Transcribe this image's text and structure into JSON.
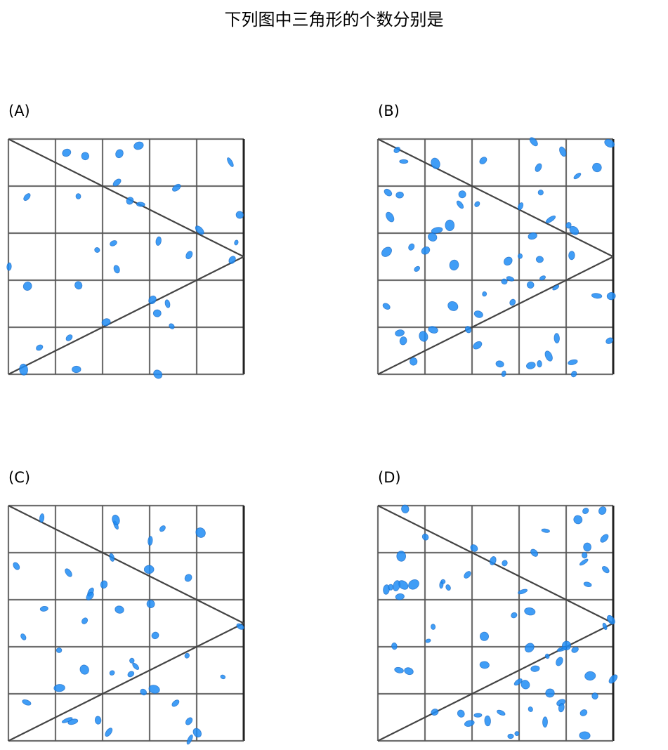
{
  "title": "下列图中三角形的个数分别是",
  "panels": [
    {
      "label": "(A)",
      "shape": "v-right",
      "dot_count": 33
    },
    {
      "label": "(B)",
      "shape": "v-right",
      "dot_count": 62
    },
    {
      "label": "(C)",
      "shape": "v-right",
      "dot_count": 41
    },
    {
      "label": "(D)",
      "shape": "v-right",
      "dot_count": 66
    }
  ],
  "colors": {
    "dot": "#1f8cf5",
    "grid": "#555555",
    "line": "#444444"
  }
}
